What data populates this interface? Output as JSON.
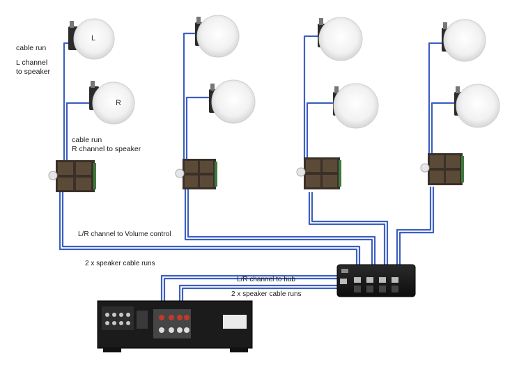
{
  "labels": {
    "cable_run_l_1": "cable run",
    "cable_run_l_2": "L channel",
    "cable_run_l_3": "to speaker",
    "cable_run_r_1": "cable run",
    "cable_run_r_2": "R channel to speaker",
    "lr_to_volume": "L/R channel to Volume control",
    "speaker_runs_left": "2 x speaker cable runs",
    "lr_to_hub": "L/R channel to hub",
    "speaker_runs_hub": "2 x speaker cable runs"
  },
  "speaker_letters": {
    "left": "L",
    "right": "R"
  },
  "colors": {
    "cable": "#3d5fc2",
    "cable_light": "#8ea3e0",
    "device": "#1b1b1b",
    "speaker": "#f2f2f2"
  }
}
